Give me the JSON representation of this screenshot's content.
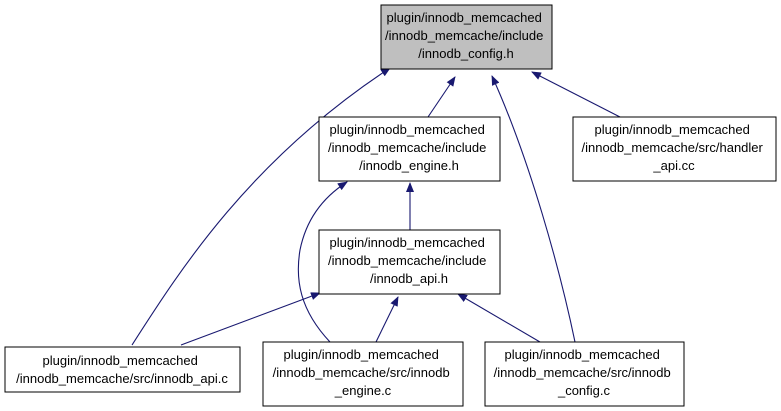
{
  "colors": {
    "edge": "#191970",
    "node_border": "#000000",
    "node_fill": "#ffffff",
    "focus_fill": "#bfbfbf"
  },
  "nodes": {
    "config_h": {
      "lines": [
        "plugin/innodb_memcached",
        "/innodb_memcache/include",
        "/innodb_config.h"
      ]
    },
    "engine_h": {
      "lines": [
        "plugin/innodb_memcached",
        "/innodb_memcache/include",
        "/innodb_engine.h"
      ]
    },
    "handler_api_cc": {
      "lines": [
        "plugin/innodb_memcached",
        "/innodb_memcache/src/handler",
        "_api.cc"
      ]
    },
    "api_h": {
      "lines": [
        "plugin/innodb_memcached",
        "/innodb_memcache/include",
        "/innodb_api.h"
      ]
    },
    "api_c": {
      "lines": [
        "plugin/innodb_memcached",
        "/innodb_memcache/src/innodb_api.c"
      ]
    },
    "engine_c": {
      "lines": [
        "plugin/innodb_memcached",
        "/innodb_memcache/src/innodb",
        "_engine.c"
      ]
    },
    "config_c": {
      "lines": [
        "plugin/innodb_memcached",
        "/innodb_memcache/src/innodb",
        "_config.c"
      ]
    }
  }
}
